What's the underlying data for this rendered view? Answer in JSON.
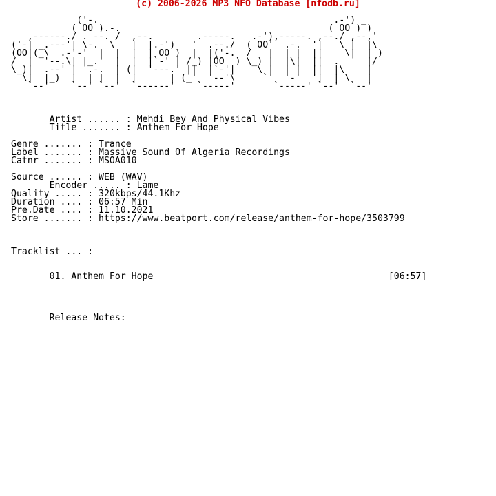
{
  "header": {
    "text": "(c) 2006-2026 MP3 NFO Database [nfodb.ru]",
    "color": "#cc0000"
  },
  "logo_art": [
    "            ('-.                                           .-') _",
    "           ( OO ).-.                                      ( OO ) )",
    "   ,------./ . --. /  ,--.        .-----.   .-'),-----. ,--./ ,--,'",
    "('-| _.---'| \\-.  \\   |  |.-')   '  .--./  ( OO'  .-.  '|   \\ |  |\\",
    "(OO|(_\\  .-'-'  |  |  |  | OO )  |  |('-.  /   |  | |  ||    \\|  | )",
    "/  |  '--.\\| |_.'  |  |  |`-' | /_) |OO  ) \\_) |  |\\|  ||  .     |/",
    "\\_)|  .--' |  .-.  | (|  '---.' ||  |`-'|    \\ |  | |  ||  |\\    |",
    "  \\|  |_)  |  | |  |  |      | (_'  '--'\\     `'  '-'  '|  | \\   |",
    "   `--'    `--' `--'  `------'    `-----'       `-----' `--'  `--'"
  ],
  "info": {
    "artist_line": "       Artist ...... : Mehdi Bey And Physical Vibes",
    "title_line": "       Title ....... : Anthem For Hope",
    "genre_line": "Genre ....... : Trance",
    "label_line": "Label ....... : Massive Sound Of Algeria Recordings",
    "catnr_line": "Catnr ....... : MSOA010",
    "source_line": "Source ...... : WEB (WAV)",
    "encoder_line": "       Encoder ..... : Lame",
    "quality_line": "Quality ..... : 320kbps/44.1Khz",
    "duration_line": "Duration .... : 06:57 Min",
    "predate_line": "Pre.Date .... : 11.10.2021",
    "store_line": "Store ....... : https://www.beatport.com/release/anthem-for-hope/3503799"
  },
  "tracklist": {
    "heading": "Tracklist ... :",
    "tracks": [
      {
        "line": "       01. Anthem For Hope                                           [06:57]"
      }
    ]
  },
  "notes": {
    "heading": "       Release Notes:"
  }
}
